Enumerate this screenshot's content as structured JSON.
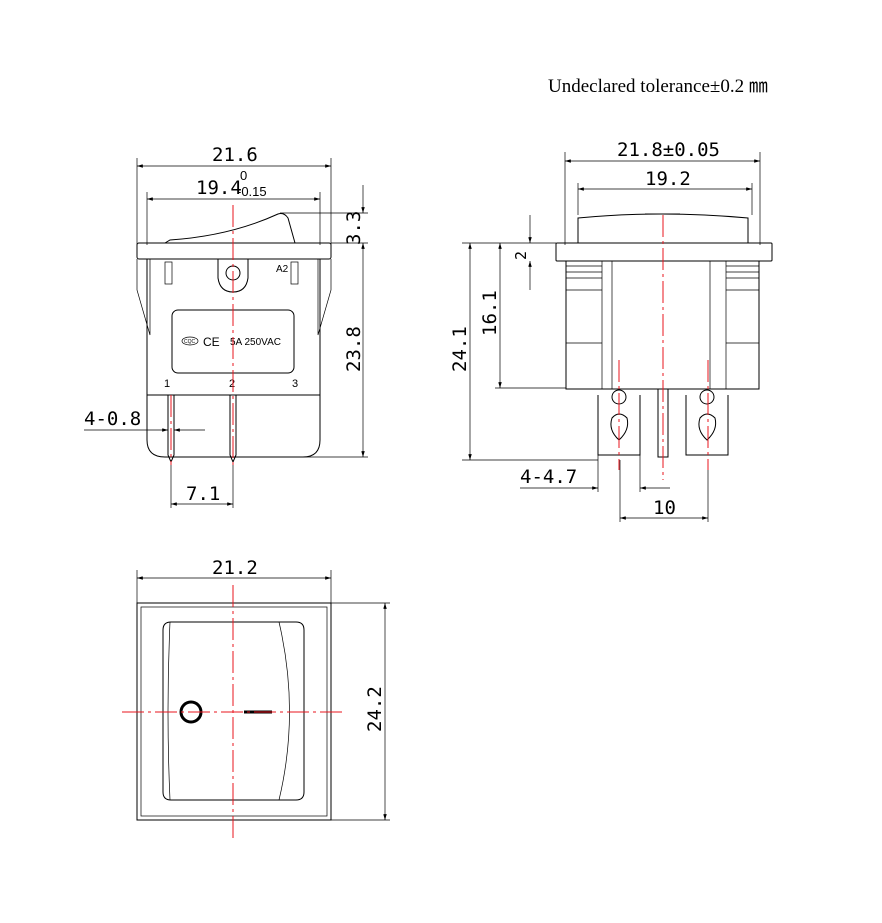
{
  "note": "Undeclared tolerance±0.2 ㎜",
  "front_view": {
    "width_overall": "21.6",
    "width_body": "19.4",
    "width_body_tol_upper": "0",
    "width_body_tol_lower": "-0.15",
    "rocker_height": "3.3",
    "body_height": "23.8",
    "pin_width": "4-0.8",
    "pin_pitch": "7.1",
    "pin_labels": [
      "1",
      "2",
      "3"
    ],
    "marking": "5A 250VAC",
    "marking_ce": "CE",
    "marking_cqc": "CQC",
    "corner_mark": "A2"
  },
  "side_view": {
    "flange_width": "21.8±0.05",
    "cap_width": "19.2",
    "flange_thickness": "2",
    "body_depth": "16.1",
    "total_depth": "24.1",
    "terminal_width": "4-4.7",
    "terminal_pitch": "10"
  },
  "top_view": {
    "width": "21.2",
    "height": "24.2"
  }
}
